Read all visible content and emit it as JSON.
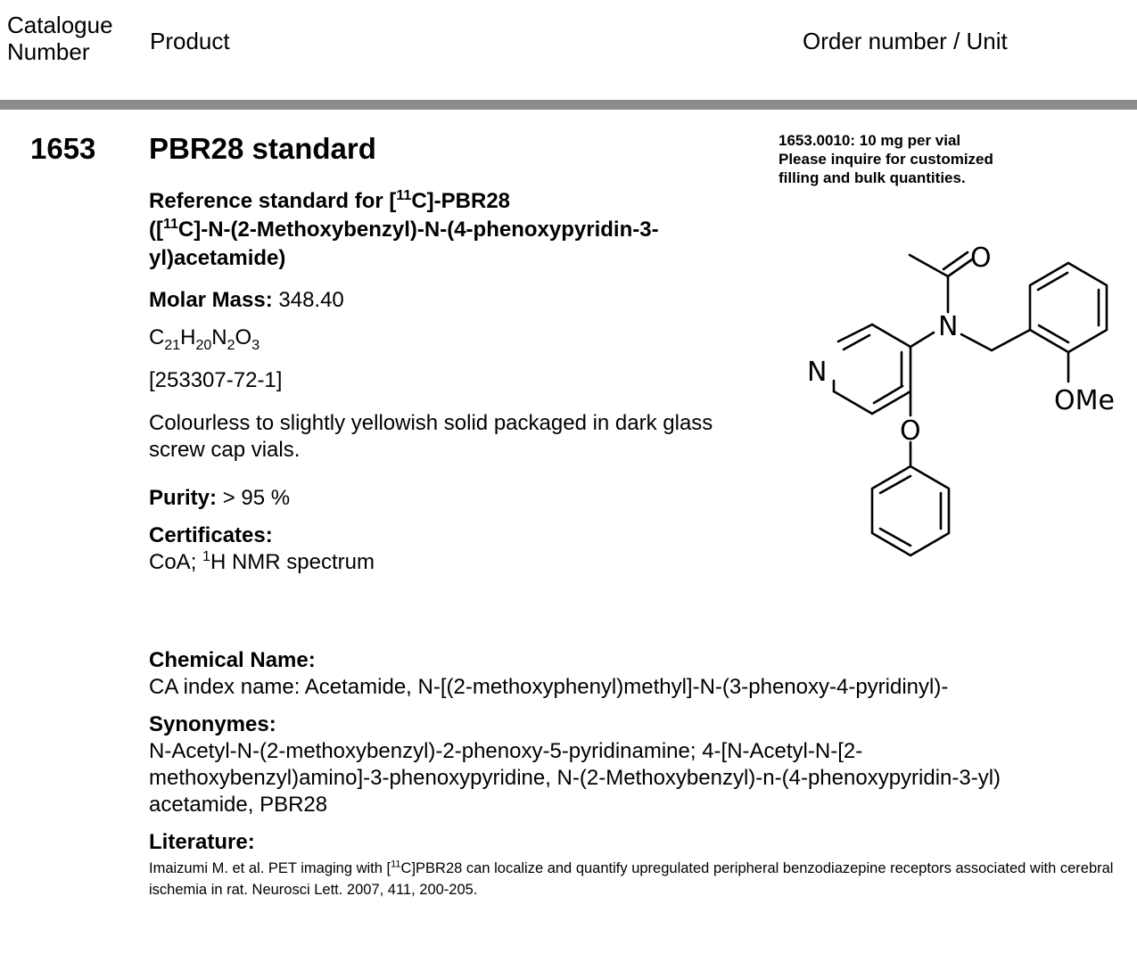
{
  "header": {
    "catalogue_number_label": "Catalogue Number",
    "catalogue_line1": "Catalogue",
    "catalogue_line2": "Number",
    "product_label": "Product",
    "order_label": "Order number / Unit"
  },
  "product": {
    "catalogue_number": "1653",
    "title": "PBR28 standard",
    "subtitle_prefix": "Reference standard for [",
    "isotope_mass": "11",
    "subtitle_mid": "C]-PBR28",
    "subtitle_line2_open": "([",
    "subtitle_line2_rest": "C]-N-(2-Methoxybenzyl)-N-(4-phenoxypyridin-3-yl)acetamide)",
    "molar_mass_label": "Molar Mass:",
    "molar_mass_value": "348.40",
    "formula": {
      "c": "C",
      "c_n": "21",
      "h": "H",
      "h_n": "20",
      "n": "N",
      "n_n": "2",
      "o": "O",
      "o_n": "3"
    },
    "cas": "[253307-72-1]",
    "description": "Colourless to slightly yellowish solid packaged in dark glass screw cap vials.",
    "purity_label": "Purity:",
    "purity_value": "> 95 %",
    "certificates_label": "Certificates:",
    "certificates_pre": "CoA; ",
    "certificates_sup": "1",
    "certificates_post": "H NMR spectrum",
    "chemical_name_label": "Chemical Name:",
    "chemical_name_value": "CA index name: Acetamide, N-[(2-methoxyphenyl)methyl]-N-(3-phenoxy-4-pyridinyl)-",
    "synonyms_label": "Synonymes:",
    "synonyms_value": "N-Acetyl-N-(2-methoxybenzyl)-2-phenoxy-5-pyridinamine; 4-[N-Acetyl-N-[2-methoxybenzyl)amino]-3-phenoxypyridine, N-(2-Methoxybenzyl)-n-(4-phenoxypyridin-3-yl) acetamide, PBR28",
    "literature_label": "Literature:",
    "literature_pre": "Imaizumi M. et al. PET imaging with [",
    "literature_sup": "11",
    "literature_post": "C]PBR28 can localize and quantify upregulated peripheral benzodiazepine receptors associated with cerebral ischemia in rat. Neurosci Lett. 2007, 411, 200-205."
  },
  "order": {
    "line1": "1653.0010: 10 mg per vial",
    "line2": "Please inquire for customized",
    "line3": "filling and bulk quantities."
  },
  "structure": {
    "atom_o": "O",
    "atom_n_amide": "N",
    "atom_n_pyridine": "N",
    "atom_o_ether": "O",
    "atom_ome": "OMe"
  }
}
